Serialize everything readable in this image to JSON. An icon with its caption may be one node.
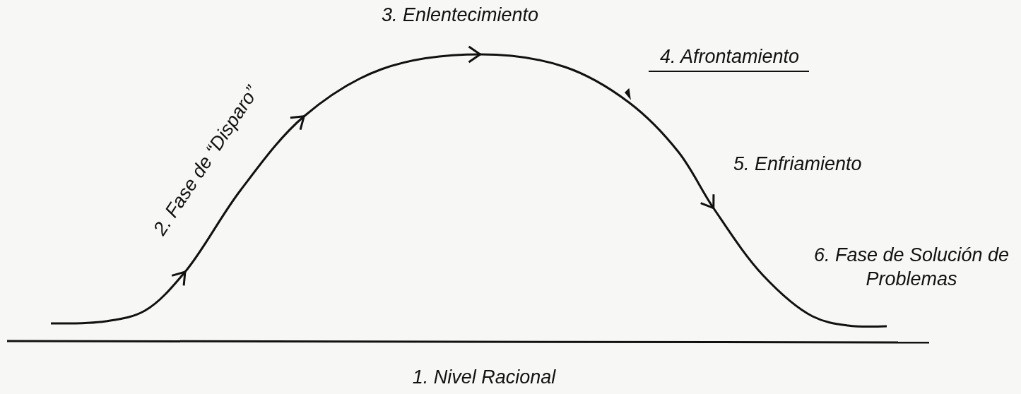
{
  "diagram": {
    "labels": [
      "3. Enlentecimiento",
      "4. Afrontamiento",
      "2. Fase de “Disparo”",
      "5. Enfriamiento",
      "6. Fase de Solución de Problemas",
      "1. Nivel Racional"
    ]
  }
}
